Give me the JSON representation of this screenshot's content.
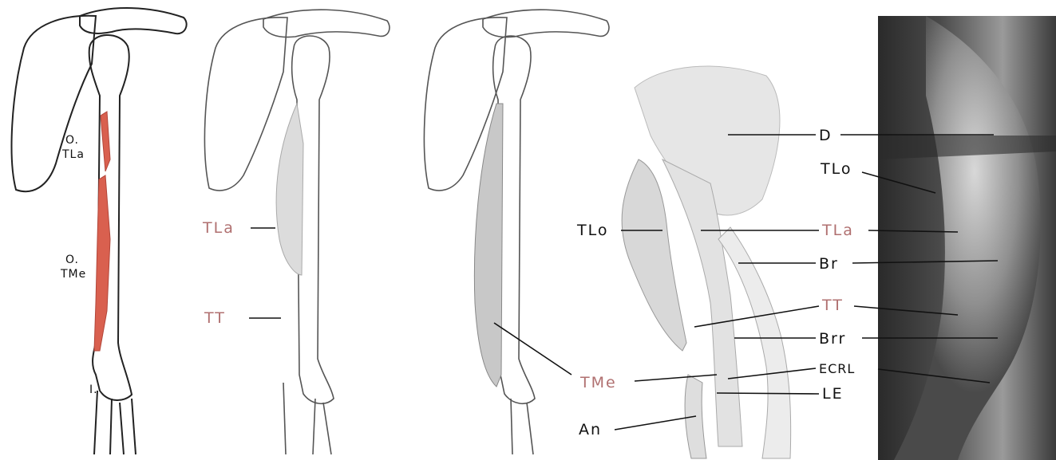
{
  "colors": {
    "accent_label": "#b07070",
    "black_label": "#111111",
    "muscle_red": "#d9604f",
    "photo_dark": "#3c3c3c"
  },
  "panel1": {
    "origin_lateral_head": "O.",
    "origin_lateral_head_abbr": "TLa",
    "origin_medial_head": "O.",
    "origin_medial_head_abbr": "TMe",
    "insertion": "I."
  },
  "panel2": {
    "lateral_head": "TLa",
    "triceps_tendon": "TT"
  },
  "panel3": {
    "medial_head": "TMe"
  },
  "panel4": {
    "deltoid": "D",
    "long_head_top": "TLo",
    "long_head_left": "TLo",
    "lateral_head": "TLa",
    "brachialis": "Br",
    "triceps_tendon": "TT",
    "brachioradialis": "Brr",
    "ecrl": "ECRL",
    "lateral_epicondyle": "LE",
    "anconeus": "An"
  }
}
